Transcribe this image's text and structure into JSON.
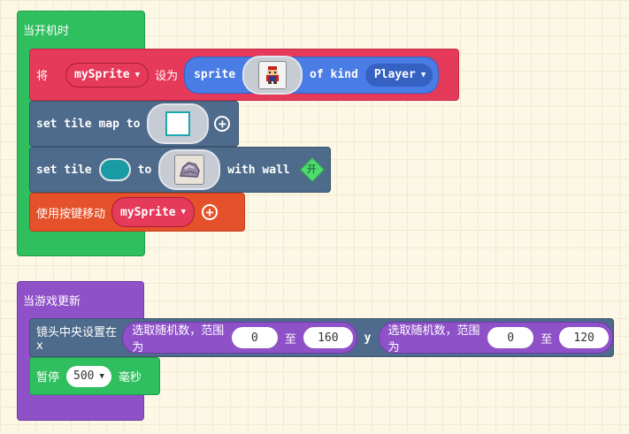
{
  "on_start": {
    "header": "当开机时",
    "set_sprite": {
      "prefix": "将",
      "variable": "mySprite",
      "assign": "设为",
      "sprite_keyword": "sprite",
      "of_kind_keyword": "of kind",
      "kind": "Player"
    },
    "tilemap": {
      "label": "set tile map to"
    },
    "set_tile": {
      "label": "set tile",
      "to": "to",
      "with_wall": "with wall",
      "wall_value": "开"
    },
    "move": {
      "label": "使用按键移动",
      "variable": "mySprite"
    }
  },
  "on_update": {
    "header": "当游戏更新",
    "camera": {
      "label": "镜头中央设置在x",
      "y_label": "y",
      "rand_x": {
        "label": "选取随机数，范围为",
        "from": "0",
        "to_word": "至",
        "to": "160"
      },
      "rand_y": {
        "label": "选取随机数，范围为",
        "from": "0",
        "to_word": "至",
        "to": "120"
      }
    },
    "pause": {
      "label": "暂停",
      "value": "500",
      "unit": "毫秒"
    }
  },
  "colors": {
    "event": "#2fbf5e",
    "sprites": "#e63a5a",
    "scene": "#4e6b8c",
    "controller": "#e4512a",
    "game": "#8e51c8",
    "loops": "#2fbf5e"
  }
}
